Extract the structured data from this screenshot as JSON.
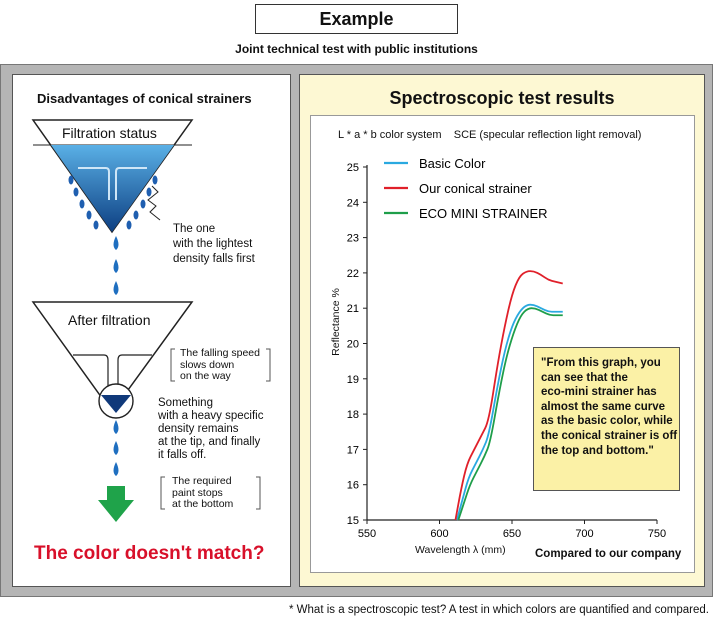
{
  "header": {
    "title": "Example",
    "subtitle": "Joint technical test with public institutions"
  },
  "left": {
    "heading": "Disadvantages of conical strainers",
    "top_funnel_label": "Filtration status",
    "note_lightest": [
      "The one",
      "with the lightest",
      "density falls first"
    ],
    "bottom_funnel_label": "After filtration",
    "note_speed": [
      "The falling speed",
      "slows down",
      "on the way"
    ],
    "note_heavy": [
      "Something",
      "with a heavy specific",
      "density remains",
      "at the tip, and finally",
      "it falls off."
    ],
    "note_paint": [
      "The required",
      "paint stops",
      "at the bottom"
    ],
    "conclusion": "The color doesn't match?"
  },
  "right": {
    "heading": "Spectroscopic test results",
    "system_label": "L * a * b color system    SCE (specular reflection light removal)",
    "callout": [
      "\"From this graph, you",
      "can see that the",
      "eco-mini strainer has",
      "almost the same curve",
      "as the basic color, while",
      "the conical strainer is off",
      "the top and bottom.\""
    ],
    "compared": "Compared to our company"
  },
  "footnote": "* What is a spectroscopic test? A test in which colors are quantified and compared.",
  "colors": {
    "basic": "#2aa9e0",
    "conical": "#e0202a",
    "eco": "#1e9e4a",
    "accent_red": "#d8102a",
    "liquid": "#1a5ea8",
    "arrow": "#1fa34a"
  },
  "chart_data": {
    "type": "line",
    "xlabel": "Wavelength λ (mm)",
    "ylabel": "Reflectance %",
    "xlim": [
      550,
      750
    ],
    "ylim": [
      15,
      25
    ],
    "xticks": [
      "550",
      "600",
      "650",
      "700",
      "750"
    ],
    "yticks": [
      "15",
      "16",
      "17",
      "18",
      "19",
      "20",
      "21",
      "22",
      "23",
      "24",
      "25"
    ],
    "series": [
      {
        "name": "Basic Color",
        "color": "#2aa9e0",
        "x": [
          612,
          616,
          620,
          625,
          630,
          634,
          640,
          645,
          650,
          655,
          660,
          665,
          670,
          675,
          680,
          685
        ],
        "y": [
          15.0,
          15.6,
          16.2,
          16.6,
          17.0,
          17.4,
          18.8,
          19.8,
          20.5,
          20.9,
          21.1,
          21.1,
          21.0,
          20.9,
          20.9,
          20.9
        ]
      },
      {
        "name": "Our conical strainer",
        "color": "#e0202a",
        "x": [
          611,
          615,
          619,
          624,
          629,
          634,
          640,
          645,
          650,
          655,
          660,
          665,
          670,
          675,
          680,
          685
        ],
        "y": [
          15.0,
          15.9,
          16.6,
          17.0,
          17.4,
          17.8,
          19.4,
          20.5,
          21.4,
          21.9,
          22.05,
          22.05,
          21.95,
          21.8,
          21.75,
          21.7
        ]
      },
      {
        "name": "ECO MINI STRAINER",
        "color": "#1e9e4a",
        "x": [
          613,
          617,
          621,
          626,
          631,
          635,
          641,
          646,
          651,
          656,
          661,
          666,
          671,
          676,
          681,
          685
        ],
        "y": [
          15.0,
          15.5,
          16.0,
          16.4,
          16.8,
          17.2,
          18.6,
          19.6,
          20.3,
          20.8,
          21.0,
          21.0,
          20.9,
          20.8,
          20.8,
          20.8
        ]
      }
    ]
  }
}
